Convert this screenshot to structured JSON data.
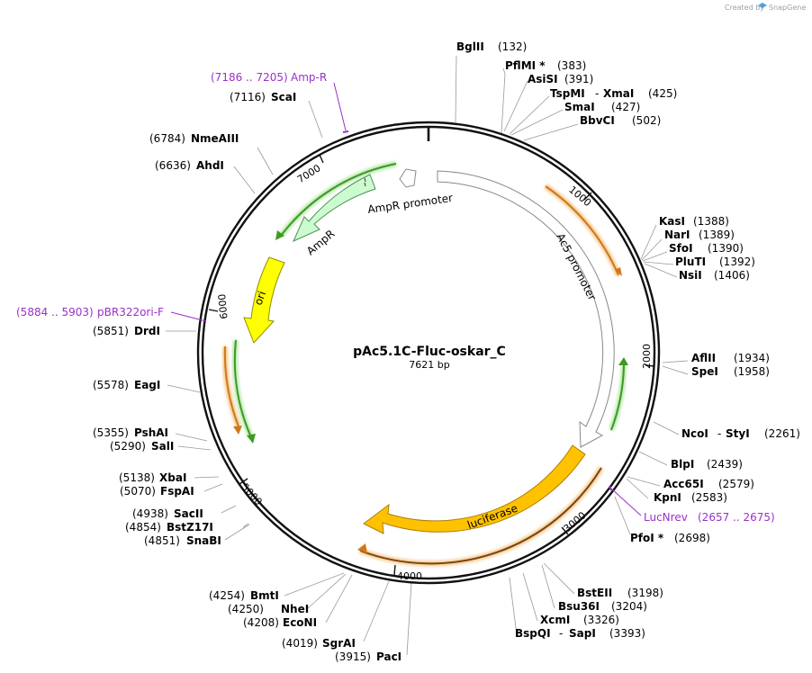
{
  "title": "pAc5.1C-Fluc-oskar_C",
  "size_label": "7621 bp",
  "credit": {
    "prefix": "Created by",
    "brand": "SnapGene"
  },
  "colors": {
    "backbone": "#111111",
    "amp": "#cdfbd0",
    "ori": "#ffff00",
    "luciferase": "#ffc200",
    "promoter": "#ffffff",
    "orf_orange": "#d1771b",
    "orf_green": "#3c9a23",
    "primer": "#9b30c8",
    "leader": "#999999"
  },
  "ticks": [
    {
      "label": "1000"
    },
    {
      "label": "2000"
    },
    {
      "label": "3000"
    },
    {
      "label": "4000"
    },
    {
      "label": "5000"
    },
    {
      "label": "6000"
    },
    {
      "label": "7000"
    }
  ],
  "features": [
    {
      "name": "Ac5 promoter"
    },
    {
      "name": "luciferase"
    },
    {
      "name": "ori"
    },
    {
      "name": "AmpR"
    },
    {
      "name": "AmpR promoter"
    }
  ],
  "primers": [
    {
      "name": "Amp-R",
      "range": "(7186 .. 7205)"
    },
    {
      "name": "pBR322ori-F",
      "range": "(5884 .. 5903)"
    },
    {
      "name": "LucNrev",
      "range": "(2657 .. 2675)"
    }
  ],
  "sites": [
    {
      "name": "BglII",
      "pos": "(132)"
    },
    {
      "name": "PflMI *",
      "pos": "(383)"
    },
    {
      "name": "AsiSI",
      "pos": "(391)"
    },
    {
      "name": "TspMI",
      "sep": "-",
      "name2": "XmaI",
      "pos": "(425)"
    },
    {
      "name": "SmaI",
      "pos": "(427)"
    },
    {
      "name": "BbvCI",
      "pos": "(502)"
    },
    {
      "name": "KasI",
      "pos": "(1388)"
    },
    {
      "name": "NarI",
      "pos": "(1389)"
    },
    {
      "name": "SfoI",
      "pos": "(1390)"
    },
    {
      "name": "PluTI",
      "pos": "(1392)"
    },
    {
      "name": "NsiI",
      "pos": "(1406)"
    },
    {
      "name": "AflII",
      "pos": "(1934)"
    },
    {
      "name": "SpeI",
      "pos": "(1958)"
    },
    {
      "name": "NcoI",
      "sep": "-",
      "name2": "StyI",
      "pos": "(2261)"
    },
    {
      "name": "BlpI",
      "pos": "(2439)"
    },
    {
      "name": "Acc65I",
      "pos": "(2579)"
    },
    {
      "name": "KpnI",
      "pos": "(2583)"
    },
    {
      "name": "PfoI *",
      "pos": "(2698)"
    },
    {
      "name": "BstEII",
      "pos": "(3198)"
    },
    {
      "name": "Bsu36I",
      "pos": "(3204)"
    },
    {
      "name": "XcmI",
      "pos": "(3326)"
    },
    {
      "name": "BspQI",
      "sep": "-",
      "name2": "SapI",
      "pos": "(3393)"
    },
    {
      "name": "PacI",
      "pos": "(3915)"
    },
    {
      "name": "SgrAI",
      "pos": "(4019)"
    },
    {
      "name": "EcoNI",
      "pos": "(4208)"
    },
    {
      "name": "NheI",
      "pos": "(4250)"
    },
    {
      "name": "BmtI",
      "pos": "(4254)"
    },
    {
      "name": "SnaBI",
      "pos": "(4851)"
    },
    {
      "name": "BstZ17I",
      "pos": "(4854)"
    },
    {
      "name": "SacII",
      "pos": "(4938)"
    },
    {
      "name": "FspAI",
      "pos": "(5070)"
    },
    {
      "name": "XbaI",
      "pos": "(5138)"
    },
    {
      "name": "SalI",
      "pos": "(5290)"
    },
    {
      "name": "PshAI",
      "pos": "(5355)"
    },
    {
      "name": "EagI",
      "pos": "(5578)"
    },
    {
      "name": "DrdI",
      "pos": "(5851)"
    },
    {
      "name": "AhdI",
      "pos": "(6636)"
    },
    {
      "name": "NmeAIII",
      "pos": "(6784)"
    },
    {
      "name": "ScaI",
      "pos": "(7116)"
    }
  ]
}
